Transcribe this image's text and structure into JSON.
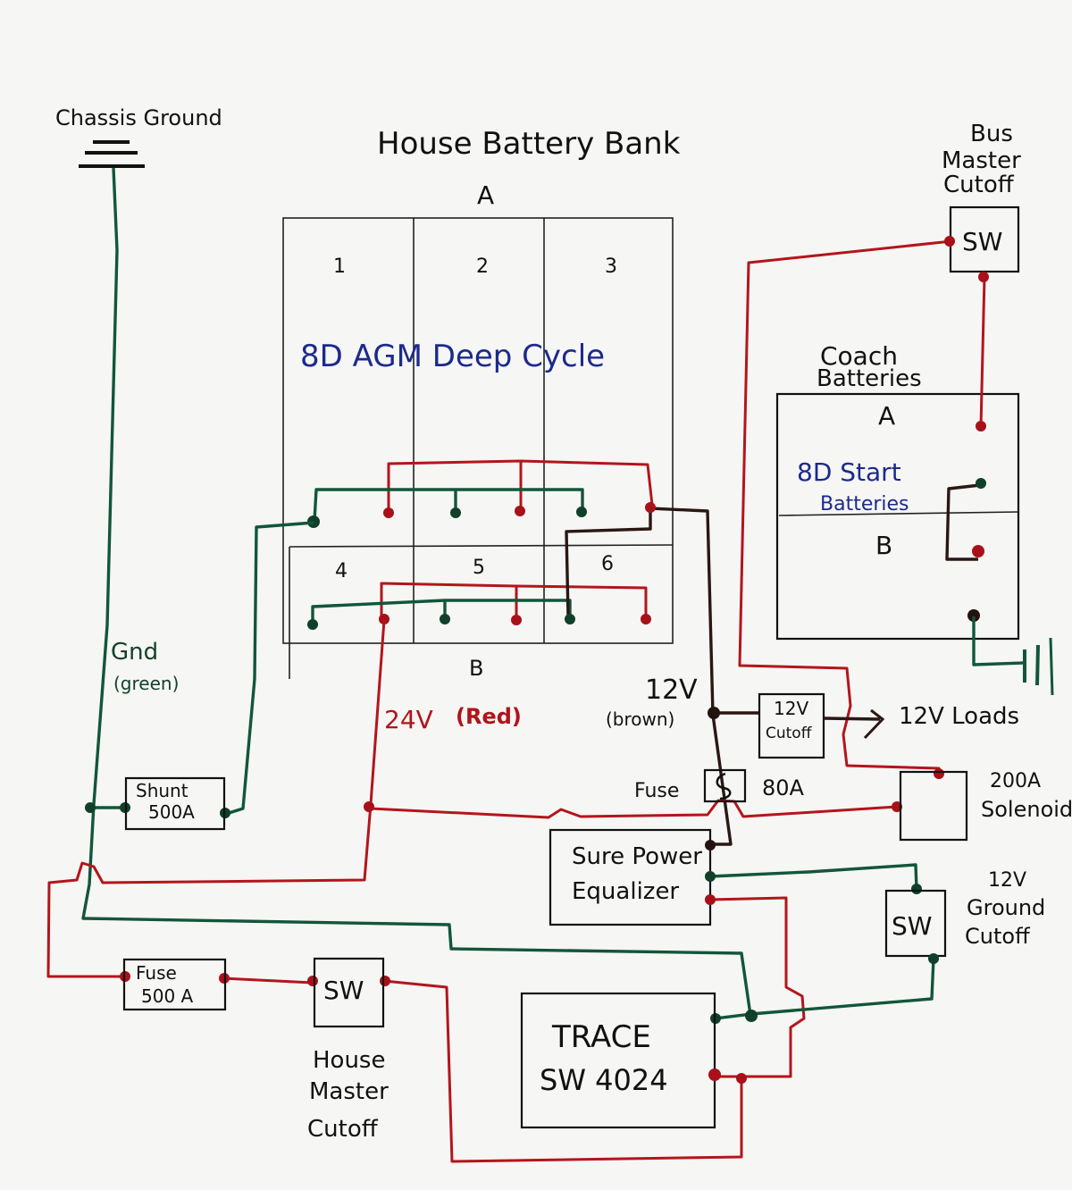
{
  "title": "House Battery Bank",
  "chassis_ground": {
    "label": "Chassis Ground"
  },
  "house_bank": {
    "row_a_label": "A",
    "row_b_label": "B",
    "cells": [
      "1",
      "2",
      "3",
      "4",
      "5",
      "6"
    ],
    "description": "8D AGM Deep Cycle"
  },
  "bus_master": {
    "label_lines": [
      "Bus",
      "Master",
      "Cutoff"
    ],
    "switch_label": "SW"
  },
  "coach_batteries": {
    "label_lines": [
      "Coach",
      "Batteries"
    ],
    "row_a_label": "A",
    "row_b_label": "B",
    "description_lines": [
      "8D Start",
      "Batteries"
    ]
  },
  "legend": {
    "gnd_lines": [
      "Gnd",
      "(green)"
    ],
    "v24": "24V",
    "v24_color": "(Red)",
    "v12": "12V",
    "v12_color": "(brown)"
  },
  "components": {
    "shunt": [
      "Shunt",
      "500A"
    ],
    "cutoff_12v": [
      "12V",
      "Cutoff"
    ],
    "loads_12v": "12V Loads",
    "fuse_80": {
      "label": "Fuse",
      "rating": "80A"
    },
    "solenoid": [
      "200A",
      "Solenoid"
    ],
    "equalizer": [
      "Sure Power",
      "Equalizer"
    ],
    "ground_cutoff": {
      "switch_label": "SW",
      "label_lines": [
        "12V",
        "Ground",
        "Cutoff"
      ]
    },
    "fuse_500": [
      "Fuse",
      "500 A"
    ],
    "house_master": {
      "switch_label": "SW",
      "label_lines": [
        "House",
        "Master",
        "Cutoff"
      ]
    },
    "inverter": [
      "TRACE",
      "SW 4024"
    ]
  },
  "colors": {
    "positive_24v": "#b3151c",
    "ground": "#12563a",
    "positive_12v": "#2a1714",
    "text_blue": "#1c2a8c"
  }
}
